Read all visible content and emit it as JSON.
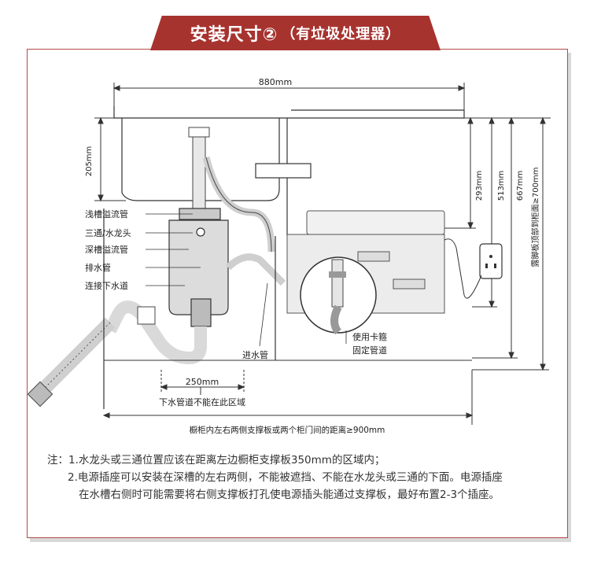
{
  "header": {
    "title": "安装尺寸②",
    "subtitle": "（有垃圾处理器）"
  },
  "dimensions": {
    "sink_width": "880mm",
    "sink_depth": "205mm",
    "overflow_height": "293mm",
    "socket_height": "513mm",
    "cabinet_height": "667mm",
    "total_height": "露脚板顶部到柜面≥700mm",
    "no_drain_zone": "250mm",
    "cabinet_gap": "橱柜内左右两侧支撑板或两个柜门间的距离≥900mm"
  },
  "labels": {
    "shallow_overflow": "浅槽溢流管",
    "tee_faucet": "三通/水龙头",
    "deep_overflow": "深槽溢流管",
    "drain_pipe": "排水管",
    "connect_drain": "连接下水道",
    "inlet_pipe": "进水管",
    "clamp_line1": "使用卡箍",
    "clamp_line2": "固定管道",
    "no_drain_note": "下水管道不能在此区域"
  },
  "notes": {
    "line1": "注：1.水龙头或三通位置应该在距离左边橱柜支撑板350mm的区域内；",
    "line2": "2.电源插座可以安装在深槽的左右两侧，不能被遮挡、不能在水龙头或三通的下面。电源插座",
    "line3": "在水槽右侧时可能需要将右侧支撑板打孔使电源插头能通过支撑板，最好布置2-3个插座。"
  },
  "colors": {
    "brand": "#a7332f",
    "border": "#b34a4a",
    "line": "#333333"
  }
}
